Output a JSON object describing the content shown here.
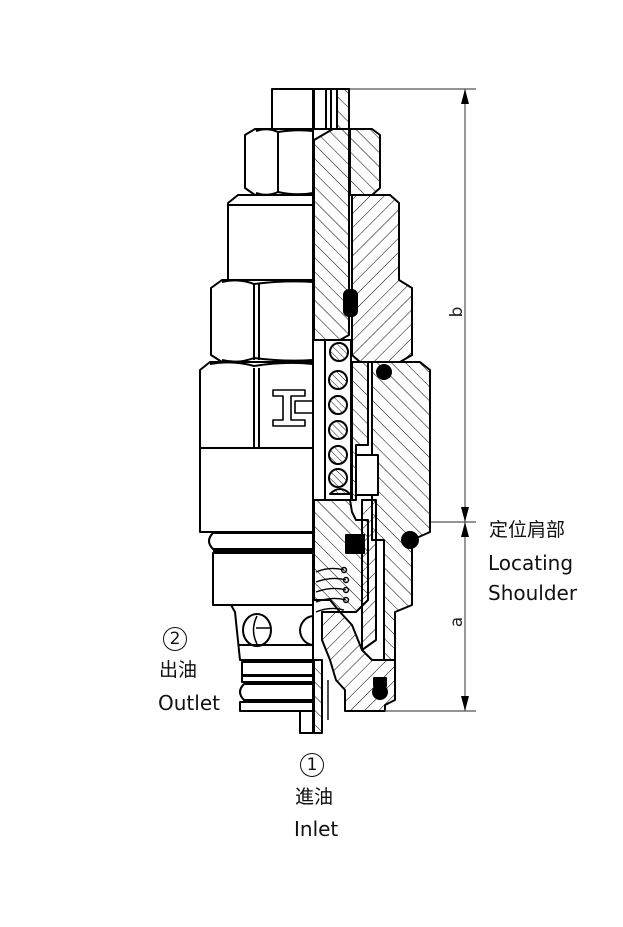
{
  "drawing": {
    "type": "cartridge valve cross-section",
    "line_color": "#000000",
    "hatch_color": "#000000",
    "dimension_color": "#555555"
  },
  "dimensions": {
    "a": "a",
    "b": "b"
  },
  "ports": [
    {
      "number": "2",
      "name_zh": "出油",
      "name_en": "Outlet"
    },
    {
      "number": "1",
      "name_zh": "進油",
      "name_en": "Inlet"
    }
  ],
  "locating_shoulder": {
    "name_zh": "定位肩部",
    "name_en_line1": "Locating",
    "name_en_line2": "Shoulder"
  }
}
